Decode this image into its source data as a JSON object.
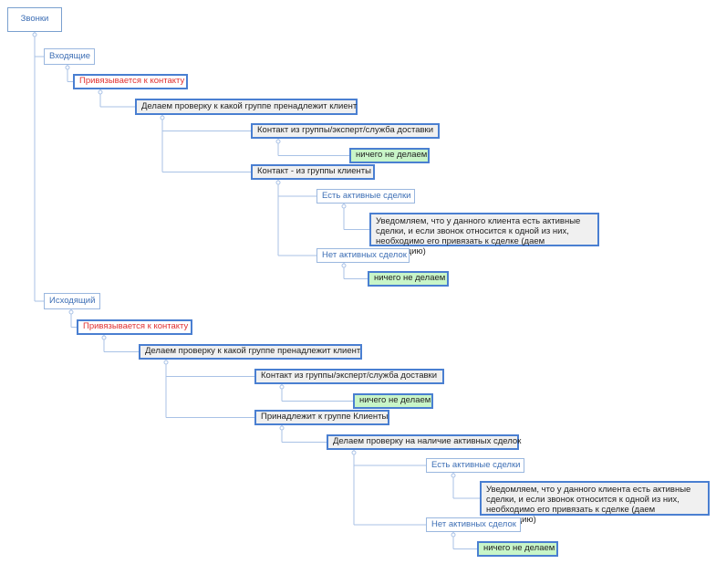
{
  "diagram": {
    "root": "Звонки",
    "incoming": {
      "label": "Входящие",
      "bind_contact": "Привязывается к контакту",
      "check_group": "Делаем проверку к  какой группе пренадлежит клиент",
      "contact_service": "Контакт из  группы/эксперт/служба доставки",
      "nothing_1": "ничего не делаем",
      "contact_clients": "Контакт  - из группы клиенты",
      "has_deals": "Есть активные сделки",
      "notify": "Уведомляем,  что у данного клиента есть активные сделки, и если звонок относится к одной из них, необходимо его привязать к сделке (даем инструкцию)",
      "no_deals": "Нет активных сделок",
      "nothing_2": "ничего не делаем"
    },
    "outgoing": {
      "label": "Исходящий",
      "bind_contact": "Привязывается к контакту",
      "check_group": "Делаем проверку к  какой группе пренадлежит клиент",
      "contact_service": "Контакт из  группы/эксперт/служба доставки",
      "nothing_1": "ничего не делаем",
      "belongs_clients": "Принадлежит к группе Клиенты",
      "check_deals": "Делаем проверку на наличие активных сделок",
      "has_deals": "Есть активные сделки",
      "notify": "Уведомляем,  что у данного клиента есть активные сделки, и если звонок относится к одной из них, необходимо его привязать к сделке (даем инструкцию)",
      "no_deals": "Нет активных сделок",
      "nothing_2": "ничего не делаем"
    }
  }
}
